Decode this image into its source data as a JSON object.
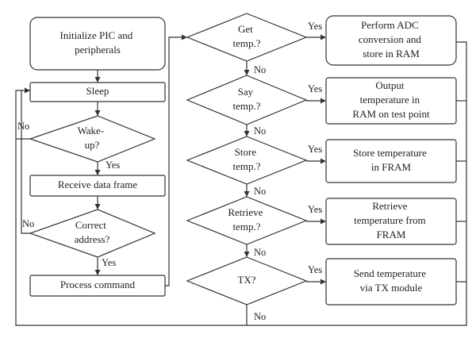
{
  "nodes": {
    "init": [
      "Initialize PIC and",
      "peripherals"
    ],
    "sleep": [
      "Sleep"
    ],
    "wakeup": [
      "Wake-",
      "up?"
    ],
    "receive": [
      "Receive data frame"
    ],
    "address": [
      "Correct",
      "address?"
    ],
    "process": [
      "Process command"
    ],
    "get_temp": [
      "Get",
      "temp.?"
    ],
    "say_temp": [
      "Say",
      "temp.?"
    ],
    "store_temp": [
      "Store",
      "temp.?"
    ],
    "retrieve_temp": [
      "Retrieve",
      "temp.?"
    ],
    "tx": [
      "TX?"
    ],
    "adc": [
      "Perform ADC",
      "conversion and",
      "store in RAM"
    ],
    "output": [
      "Output",
      "temperature in",
      "RAM on test point"
    ],
    "store_fram": [
      "Store temperature",
      "in FRAM"
    ],
    "retrieve_fram": [
      "Retrieve",
      "temperature from",
      "FRAM"
    ],
    "send_tx": [
      "Send temperature",
      "via TX module"
    ]
  },
  "labels": {
    "yes": "Yes",
    "no": "No"
  }
}
